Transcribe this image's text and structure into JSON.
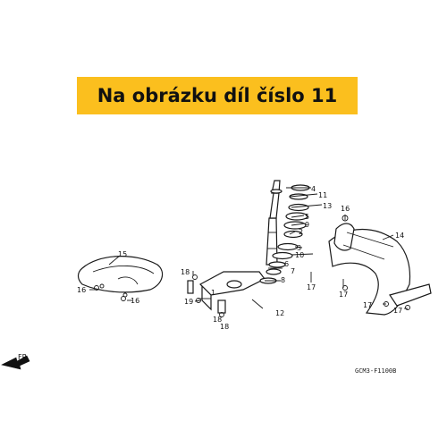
{
  "banner": {
    "text": "Na obrázku díl číslo 11",
    "color": "#fbbf1e"
  },
  "arrow": {
    "label": "FR."
  },
  "diagram_code": "GCM3-F1100B",
  "callouts": {
    "c4": "4",
    "c11": "11",
    "c13": "13",
    "c5": "5",
    "c9": "9",
    "c2": "2",
    "c16a": "16",
    "c14": "14",
    "c3": "3",
    "c10": "10",
    "c6": "6",
    "c7": "7",
    "c8": "8",
    "c17a": "17",
    "c17b": "17",
    "c17c": "17",
    "c17d": "17",
    "c15": "15",
    "c16b": "16",
    "c16c": "16",
    "c18a": "18",
    "c18b": "18",
    "c18c": "18",
    "c1": "1",
    "c19": "19",
    "c12": "12"
  }
}
